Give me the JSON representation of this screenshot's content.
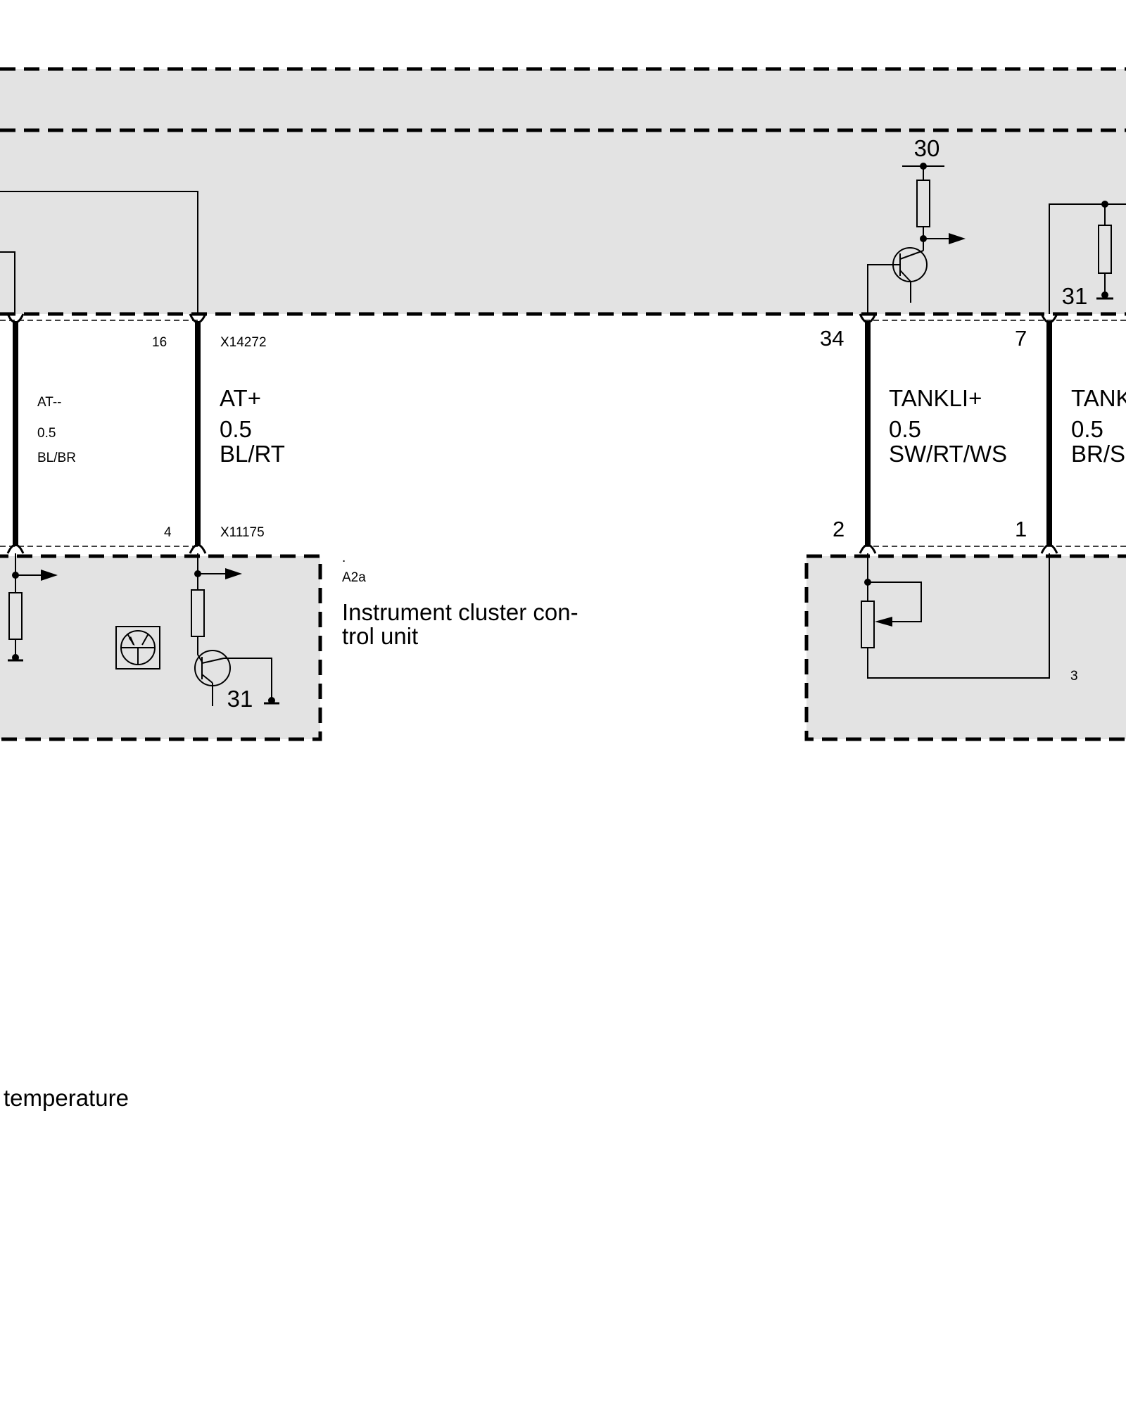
{
  "colors": {
    "module_fill": "#e3e3e3",
    "line": "#000000",
    "background": "#ffffff"
  },
  "icons": [
    "fuse-icon",
    "resistor-icon",
    "transistor-icon",
    "ground-icon",
    "potentiometer-icon",
    "sensor-icon",
    "arrow-icon"
  ],
  "upper_module": {
    "terminal_30": "30",
    "terminal_31": "31"
  },
  "wires": {
    "at_minus": {
      "signal": "AT--",
      "cross_section": "0.5",
      "color": "BL/BR"
    },
    "at_plus": {
      "signal": "AT+",
      "cross_section": "0.5",
      "color": "BL/RT",
      "top_pin": "16",
      "bottom_pin": "4",
      "top_connector": "X14272",
      "bottom_connector": "X11175"
    },
    "tankli_plus": {
      "signal": "TANKLI+",
      "cross_section": "0.5",
      "color": "SW/RT/WS",
      "top_pin": "34",
      "bottom_pin": "2"
    },
    "tank_right": {
      "signal": "TANK",
      "cross_section": "0.5",
      "color": "BR/S",
      "top_pin": "7",
      "bottom_pin": "1"
    }
  },
  "lower_left_module": {
    "dot": ".",
    "id": "A2a",
    "name_line1": "Instrument cluster con-",
    "name_line2": "trol unit",
    "ground_label": "31"
  },
  "lower_right_module": {
    "pin_3": "3"
  },
  "legend": {
    "fragment": "temperature"
  }
}
